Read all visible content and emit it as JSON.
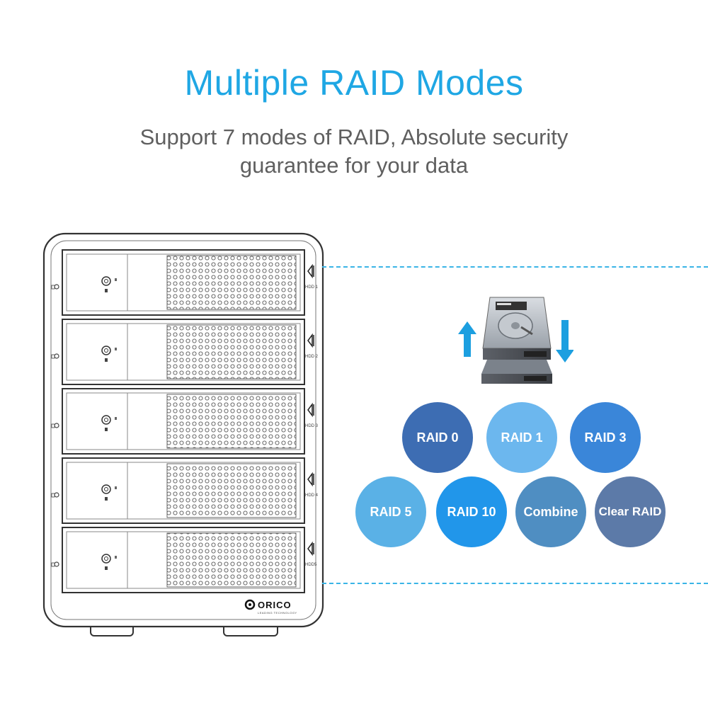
{
  "header": {
    "title": "Multiple RAID Modes",
    "subtitle_line1": "Support 7 modes of RAID, Absolute security",
    "subtitle_line2": "guarantee for your data"
  },
  "enclosure": {
    "bays": [
      "HDD 1",
      "HDD 2",
      "HDD 3",
      "HDD 4",
      "HDD5"
    ],
    "brand": "ORICO",
    "brand_tagline": "LEADING TECHNOLOGY"
  },
  "raid_modes": [
    {
      "label": "RAID 0",
      "color": "#3d6db3"
    },
    {
      "label": "RAID 1",
      "color": "#6cb7ee"
    },
    {
      "label": "RAID 3",
      "color": "#3a86d9"
    },
    {
      "label": "RAID 5",
      "color": "#5ab1e6"
    },
    {
      "label": "RAID 10",
      "color": "#2196ea"
    },
    {
      "label": "Combine",
      "color": "#4f8ec2"
    },
    {
      "label": "Clear RAID",
      "color": "#5c7aa8"
    }
  ],
  "colors": {
    "title": "#1fa7e4",
    "subtitle": "#5f5f5f",
    "dashed_line": "#3ab4e6"
  },
  "icons": [
    "hard-drive-stack-icon",
    "arrow-up-icon",
    "arrow-down-icon",
    "key-lock-icon",
    "eject-icon"
  ]
}
